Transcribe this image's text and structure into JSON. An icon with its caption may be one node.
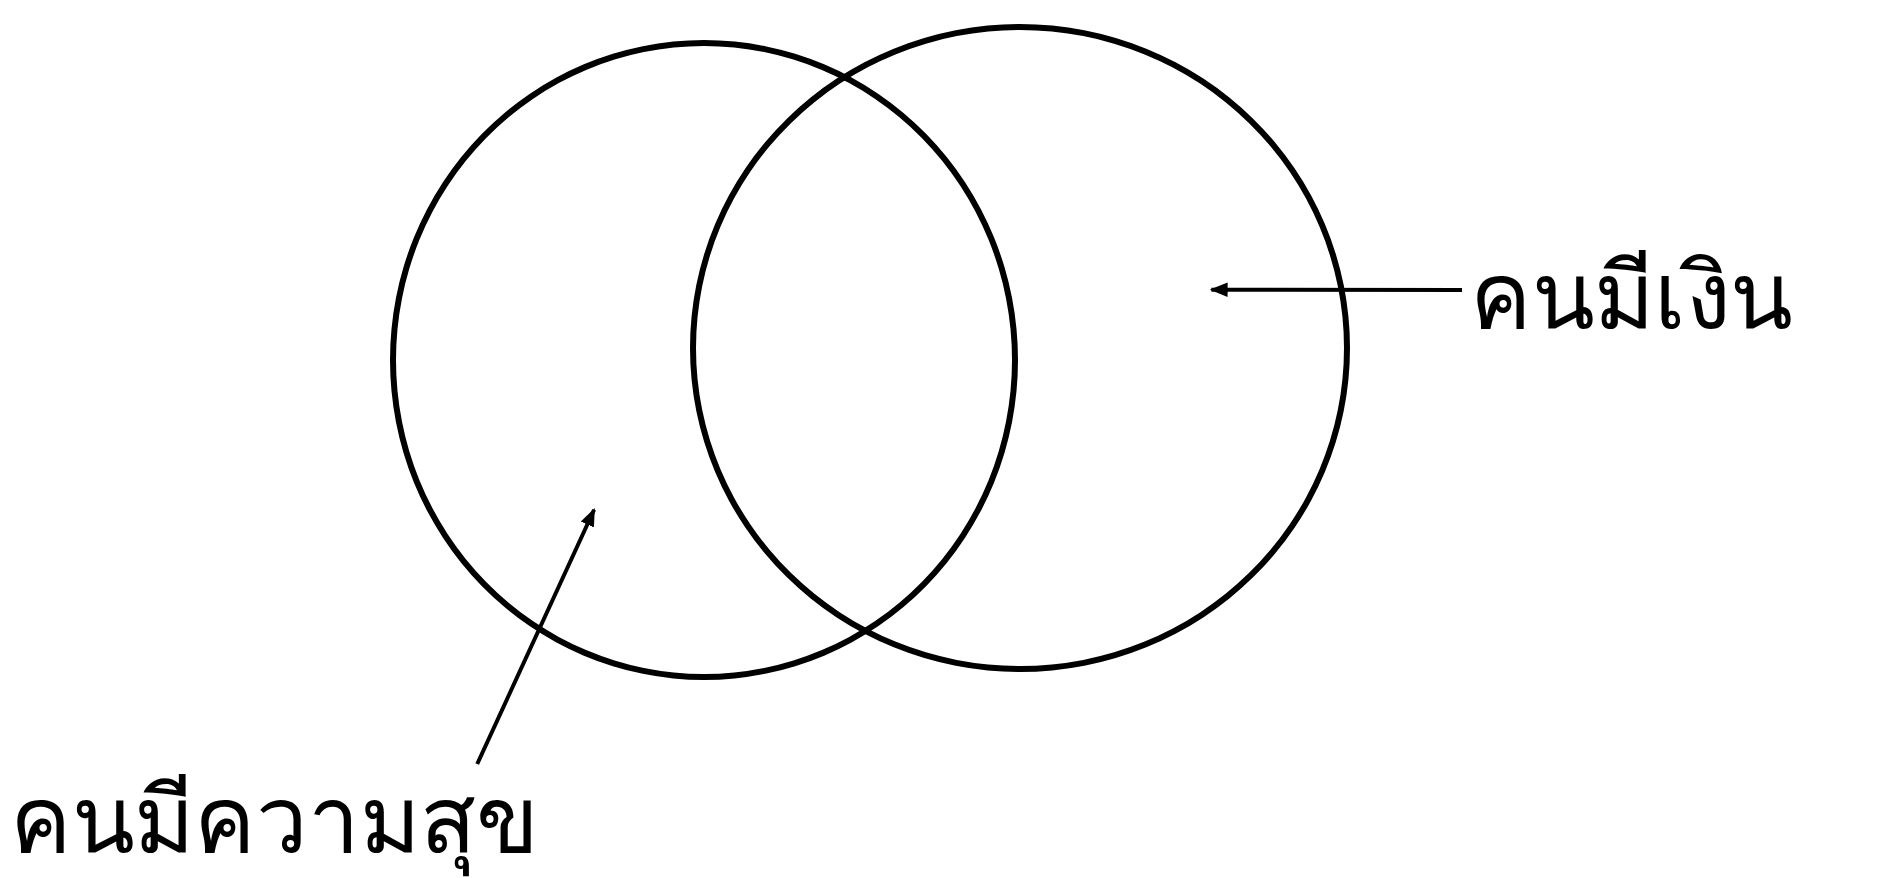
{
  "diagram": {
    "nodes": [
      {
        "text": [],
        "shape": "circle"
      },
      {
        "text": [],
        "shape": "circle"
      },
      {
        "text": [
          "คนมีเงิน"
        ]
      },
      {
        "text": [
          "คนมีความสุข"
        ]
      }
    ],
    "edges": [
      {
        "from": 2,
        "to": 1,
        "arrow": "to"
      },
      {
        "from": 3,
        "to": 0,
        "arrow": "to"
      }
    ]
  }
}
